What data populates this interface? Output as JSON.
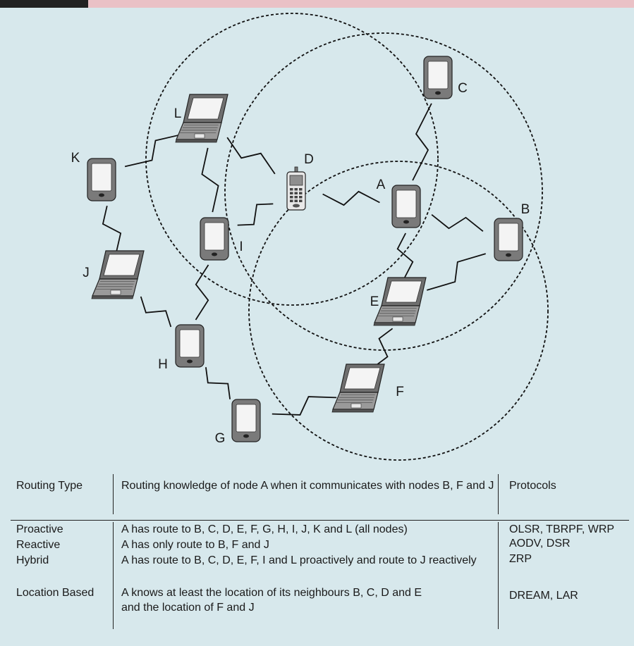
{
  "nodes": [
    {
      "id": "A",
      "label": "A",
      "device": "tablet"
    },
    {
      "id": "B",
      "label": "B",
      "device": "tablet"
    },
    {
      "id": "C",
      "label": "C",
      "device": "tablet"
    },
    {
      "id": "D",
      "label": "D",
      "device": "phone"
    },
    {
      "id": "E",
      "label": "E",
      "device": "laptop"
    },
    {
      "id": "F",
      "label": "F",
      "device": "laptop"
    },
    {
      "id": "G",
      "label": "G",
      "device": "tablet"
    },
    {
      "id": "H",
      "label": "H",
      "device": "tablet"
    },
    {
      "id": "I",
      "label": "I",
      "device": "tablet"
    },
    {
      "id": "J",
      "label": "J",
      "device": "laptop"
    },
    {
      "id": "K",
      "label": "K",
      "device": "tablet"
    },
    {
      "id": "L",
      "label": "L",
      "device": "laptop"
    }
  ],
  "links": [
    [
      "K",
      "L"
    ],
    [
      "K",
      "J"
    ],
    [
      "L",
      "I"
    ],
    [
      "L",
      "D"
    ],
    [
      "I",
      "D"
    ],
    [
      "I",
      "H"
    ],
    [
      "J",
      "H"
    ],
    [
      "H",
      "G"
    ],
    [
      "G",
      "F"
    ],
    [
      "F",
      "E"
    ],
    [
      "E",
      "A"
    ],
    [
      "E",
      "B"
    ],
    [
      "D",
      "A"
    ],
    [
      "A",
      "C"
    ],
    [
      "A",
      "B"
    ]
  ],
  "range_circles": [
    "L",
    "A",
    "E"
  ],
  "table": {
    "headers": [
      "Routing Type",
      "Routing knowledge of node A when it communicates with nodes B, F and J",
      "Protocols"
    ],
    "rows": [
      {
        "type": "Proactive",
        "knowledge": "A has route to B, C, D, E, F, G, H, I, J, K and L (all nodes)",
        "protocols": "OLSR, TBRPF, WRP"
      },
      {
        "type": "Reactive",
        "knowledge": "A has only route to B, F and J",
        "protocols": "AODV, DSR"
      },
      {
        "type": "Hybrid",
        "knowledge": "A has route to B, C, D, E, F, I and L proactively and route to J reactively",
        "protocols": "ZRP"
      },
      {
        "type": "Location Based",
        "knowledge": "A knows at least the location of its neighbours B, C, D and E and the location of F and J",
        "protocols": "DREAM, LAR"
      }
    ]
  }
}
